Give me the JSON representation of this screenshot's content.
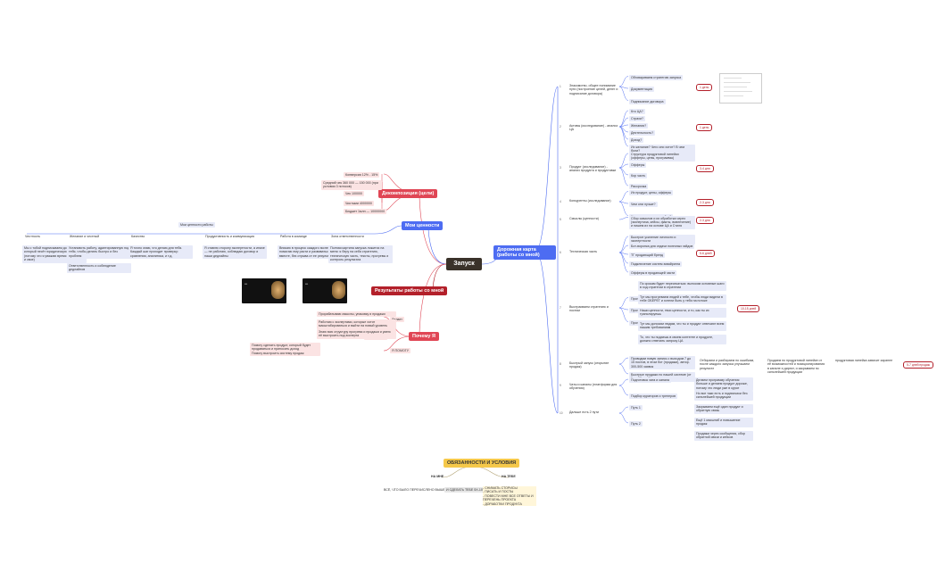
{
  "center": "Запуск",
  "roadmap": {
    "title": "Дорожная карта (работы со мной)",
    "items": [
      {
        "num": "1",
        "label": "Знакомство, общее понимание пути (построение целей, денег и подписание договора)",
        "subs": [
          "Обговариваем стратегию запуска",
          "Документация",
          "Подписание договора"
        ],
        "badge": "1 день"
      },
      {
        "num": "2",
        "label": "Активы (исследование) - анализ ЦА",
        "subs": [
          "Кто ЦА?",
          "Страхи?",
          "Желания?",
          "Деятельность?",
          "Доход?",
          "Их желание? Чего они хотят? В чем боли?"
        ],
        "badge": "1 день"
      },
      {
        "num": "3",
        "label": "Продукт (исследование) - анализ продукта и продуктовки",
        "subs": [
          "Структура продуктовой линейки (офферы, цены, программы)",
          "Офферы",
          "Кор часть",
          "Рассрочка"
        ],
        "badge": "3-4 дня"
      },
      {
        "num": "4",
        "label": "Конкуренты (исследование)",
        "subs": [
          "Их продукт, цены, офферы",
          "Чем они лучше?",
          "Чем мы можем превзойти?"
        ],
        "badge": "2-3 дня"
      },
      {
        "num": "5",
        "label": "Смыслы (ценности)",
        "subs": [
          "Сбор смыслов и их обработка через (экспертиза, кейсы, факты, вовлечение) и пишем их на основе ЦА и Стиля"
        ],
        "badge": "2-3 дня"
      },
      {
        "num": "6",
        "label": "Техническая часть",
        "subs": [
          "Быстрое усиление личности и экспертности",
          "Бот-воронка для отдачи полезных гайдов",
          "ТГ продающий бренд",
          "Подключение систем эквайринга",
          "Офферы в продающей части"
        ],
        "badge": "5-6 дней"
      },
      {
        "num": "7",
        "label": "Выстраиваем стратегию и постим",
        "subs": [
          "Прогрев к контенту (триггеры)",
          "Прогрев экспертов",
          "Прогрев на продукт"
        ],
        "details": [
          "По срокам будет пересекаться: выносим основные шаги в ход стратегии в стратегии",
          "Тут мы прогреваем людей к тебе, чтобы люди видели в тебе ОБЕРЕГ и хотели быть у тебя на потоке",
          "Наши ценности, твои ценности, и то, как ты их транслируешь",
          "Тут мы доносим людям, что ты и продукт отвечают всем нашим требованиям",
          "То, что ты подаешь в своем контенте и продукте, должно отвечать запросу ЦА"
        ],
        "badge": "10-15 дней"
      },
      {
        "num": "8",
        "label": "Быстрый запуск (открытие продаж)",
        "subs": [
          "Проводим новую запись с выходом 7 до 15 постов, в этом бот (продажи), автор. 300-500 заявок",
          "Быстрые продажи по нашей системе (от 5 до 15 дней)"
        ],
        "extra": [
          "Отбираем и разбираем по ошибкам, после каждого запуска улучшаем результат",
          "Продаем по продуктовой линейке от её возможностей и позиционирования в канале и директ, и закрываем по сильнейшей продукции",
          "продуктовая линейка зависит заранее"
        ],
        "badge": "5-7 дней продаж"
      },
      {
        "num": "9",
        "label": "Чаты и каналы (платформа для обучения)",
        "subs": [
          "Подготовка чата и канала",
          "Подбор кураторов и тренеров"
        ],
        "badge": "2 дня"
      },
      {
        "num": "10",
        "label": "Дальше есть 2 пути",
        "subs": [
          "Путь 1",
          "Путь 2"
        ],
        "details": [
          "Делаем программу обучения больше и делаем продукт дороже, потому что люди уже в курсе",
          "Но все таки есть и подписчики без сильнейшей продукции",
          "Закрываем ещё один продукт и обратную связь",
          "Ещё 1 масштаб и повышение продаж",
          "Продажи через сообщения, сбор обратной связи и кейсов"
        ]
      }
    ]
  },
  "decomposition": {
    "title": "Декомпозиция (цели)",
    "items": [
      "Конверсия 12% - 15%",
      "Средний чек 360 000 — 150 000 (при условии 3 потоков)",
      "Чек 100000",
      "Чистыми 4000000",
      "Бюджет 1млн — 10000000"
    ]
  },
  "values": {
    "title": "Мои ценности",
    "subtitle": "Мои ценности работы",
    "cols": [
      {
        "head": "Честность",
        "text": "Мы с тобой подписываем договор, который несёт юридическую силу (потому что я уважаю время экспертов и свое)"
      },
      {
        "head": "Желание и честный",
        "text": "Установить работу, адаптированную под тебя, чтобы делать быстро и без проблем",
        "sub": "Ответственность и соблюдение дедлайнов"
      },
      {
        "head": "Качество",
        "text": "Я точно знаю, что делаю для тебя. Каждый шаг проходит проверку: сравнения, аналитика, и т.д."
      },
      {
        "head": "Продуктивность и коммуникация",
        "text": "Я ставлю сторону экспертности, а иначе — не работаю, соблюдаю договор и наши дедлайны"
      },
      {
        "head": "Работа в команде",
        "text": "Вникаю в процесс каждого эксперта и помогаю ему расти и развиваться вместе, без отрыва от ее результатов"
      },
      {
        "head": "Зона ответственности",
        "text": "Полная картина запуска ложится на меня: я беру на себя стратегию, техническую часть, тексты, прогревы и контроль результата"
      }
    ]
  },
  "results": {
    "title": "Результаты работы со мной"
  },
  "why": {
    "title": "Почему Я",
    "groups": [
      {
        "label": "Делает",
        "items": [
          "Прорабатываю смыслы, упаковку и продажи",
          "Работаю с экспертами, которые хотят масштабироваться и выйти на новый уровень"
        ]
      },
      {
        "label": "Компетенции",
        "items": [
          "Знаю всю структуру прогрева и продажи и умею её выстроить под эксперта"
        ]
      },
      {
        "label": "Я ПОМОГУ",
        "items": [
          "Помогу сделать продукт, который будет продаваться и приносить доход",
          "Помогу выстроить систему продаж"
        ]
      }
    ]
  },
  "duties": {
    "title": "ОБЯЗАННОСТИ И УСЛОВИЯ",
    "mine": "НА МНЕ",
    "yours": "НА ТЕБЕ",
    "mine_items": [
      "ВСЁ, ЧТО БЫЛО ПЕРЕЧИСЛЕНО ВЫШЕ",
      "И СДЕЛАТЬ ТЕБЕ 5Х-10Х"
    ],
    "yours_items": [
      "- СНИМАТЬ СТОРИСЫ",
      "- ПИСАТЬ И ПОСТЫ",
      "- ПОВЕСТИ МНЕ ВСЕ ОТВЕТЫ И ПЕРЕЧЕНЬ ПРОЕКТА",
      "- ДОРАБОТКИ ПРОДУКТА"
    ]
  },
  "colors": {
    "blue": "#4d6cf2",
    "red": "#e04655",
    "dark_red": "#b3202a",
    "brown": "#3a322a",
    "yellow": "#f5c84a",
    "box": "#e7eaf8"
  }
}
